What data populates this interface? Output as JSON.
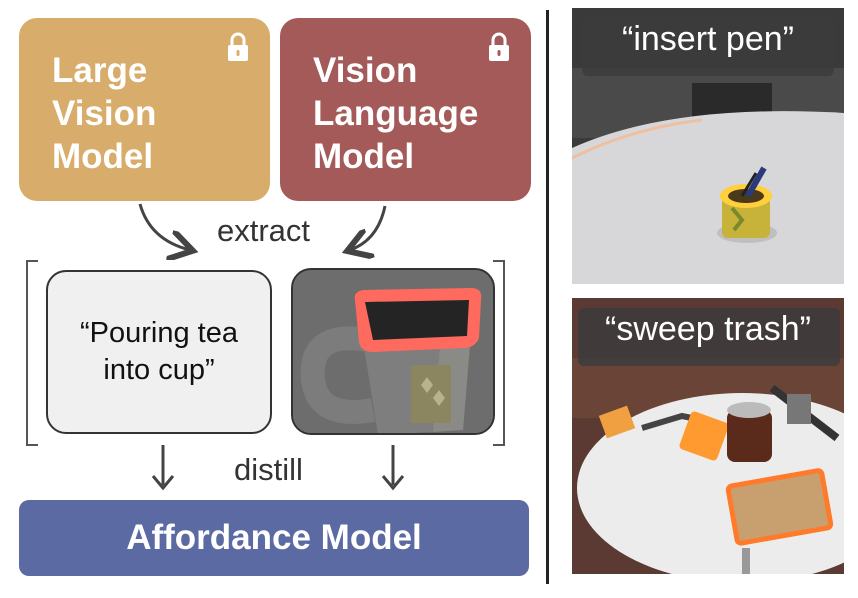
{
  "models": {
    "lvm": {
      "line1": "Large",
      "line2": "Vision",
      "line3": "Model"
    },
    "vlm": {
      "line1": "Vision",
      "line2": "Language",
      "line3": "Model"
    }
  },
  "labels": {
    "extract": "extract",
    "distill": "distill"
  },
  "inputs": {
    "text": "“Pouring tea into cup”"
  },
  "output": {
    "title": "Affordance Model"
  },
  "scenes": [
    {
      "caption": "“insert pen”"
    },
    {
      "caption": "“sweep trash”"
    }
  ],
  "colors": {
    "lvm": "#d8ad6c",
    "vlm": "#a45a59",
    "affordance": "#5c6aa3",
    "highlight": "#ff6a3d"
  },
  "icons": [
    "lock-icon",
    "arrow-icon",
    "mug-icon"
  ]
}
